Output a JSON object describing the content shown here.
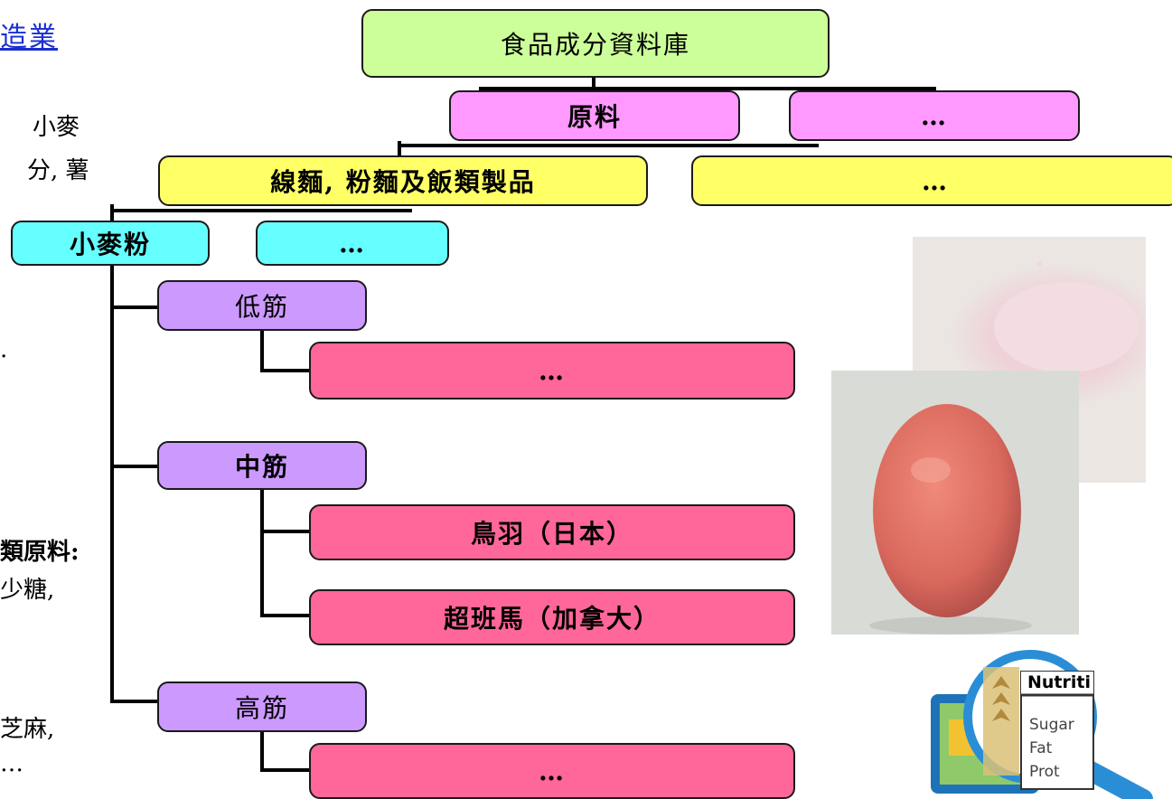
{
  "left_fragments": {
    "heading": "造業",
    "l1": "小麥",
    "l2": "分, 薯",
    "l3": ".",
    "l4": "類原料:",
    "l5": "少糖,",
    "l6": "芝麻,",
    "l7": "…"
  },
  "tree": {
    "root": "食品成分資料庫",
    "level1": [
      "原料",
      "…"
    ],
    "level2": [
      "線麵, 粉麵及飯類製品",
      "…"
    ],
    "level3": [
      "小麥粉",
      "…"
    ],
    "grades": [
      "低筋",
      "中筋",
      "高筋"
    ],
    "products": {
      "low": [
        "…"
      ],
      "mid": [
        "鳥羽（日本）",
        "超班馬（加拿大）"
      ],
      "high": [
        "…"
      ]
    }
  },
  "nutrition_icon": {
    "label_title": "Nutriti",
    "items": [
      "Sugar",
      "Fat",
      "Prot"
    ]
  },
  "colors": {
    "root": "#ccff99",
    "level1": "#ff99ff",
    "level2": "#ffff66",
    "level3": "#66ffff",
    "grade": "#cc99ff",
    "product": "#ff6699"
  }
}
